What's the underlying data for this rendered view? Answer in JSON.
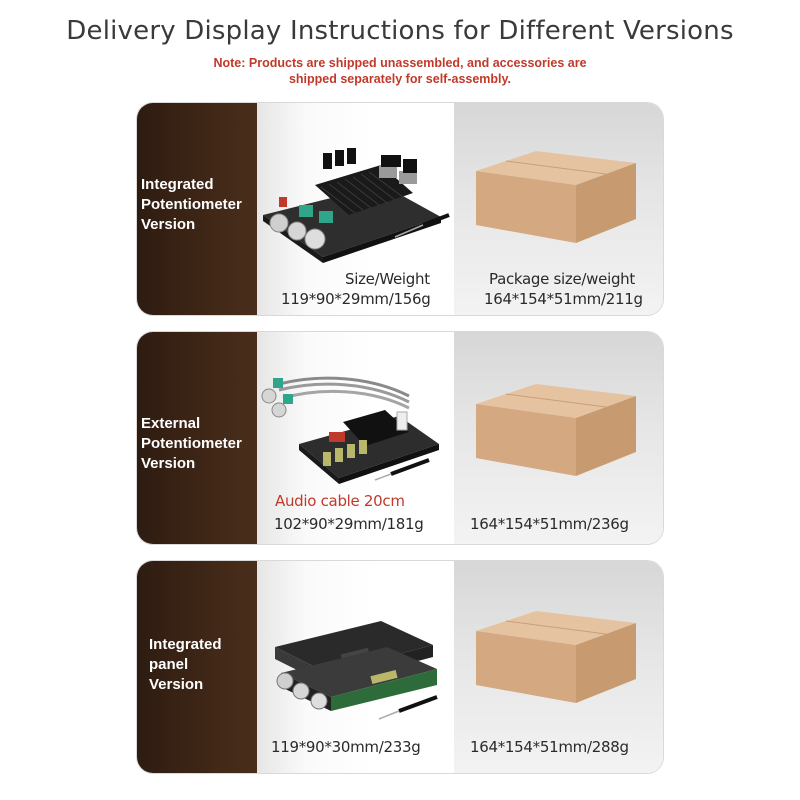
{
  "title": "Delivery Display Instructions for Different Versions",
  "note_line1": "Note: Products are shipped unassembled, and accessories are",
  "note_line2": "shipped separately for self-assembly.",
  "versions": [
    {
      "label": "Integrated\nPotentiometer\nVersion",
      "product_caption": "Size/Weight",
      "product_size": "119*90*29mm/156g",
      "package_caption": "Package size/weight",
      "package_size": "164*154*51mm/211g"
    },
    {
      "label": "External\nPotentiometer\nVersion",
      "product_caption": "Audio cable 20cm",
      "product_size": "102*90*29mm/181g",
      "package_size": "164*154*51mm/236g"
    },
    {
      "label": "Integrated\npanel\nVersion",
      "product_size": "119*90*30mm/233g",
      "package_size": "164*154*51mm/288g"
    }
  ],
  "colors": {
    "label_panel": "#3e2616",
    "note": "#c0392b",
    "cardboard": "#d8b08a"
  }
}
